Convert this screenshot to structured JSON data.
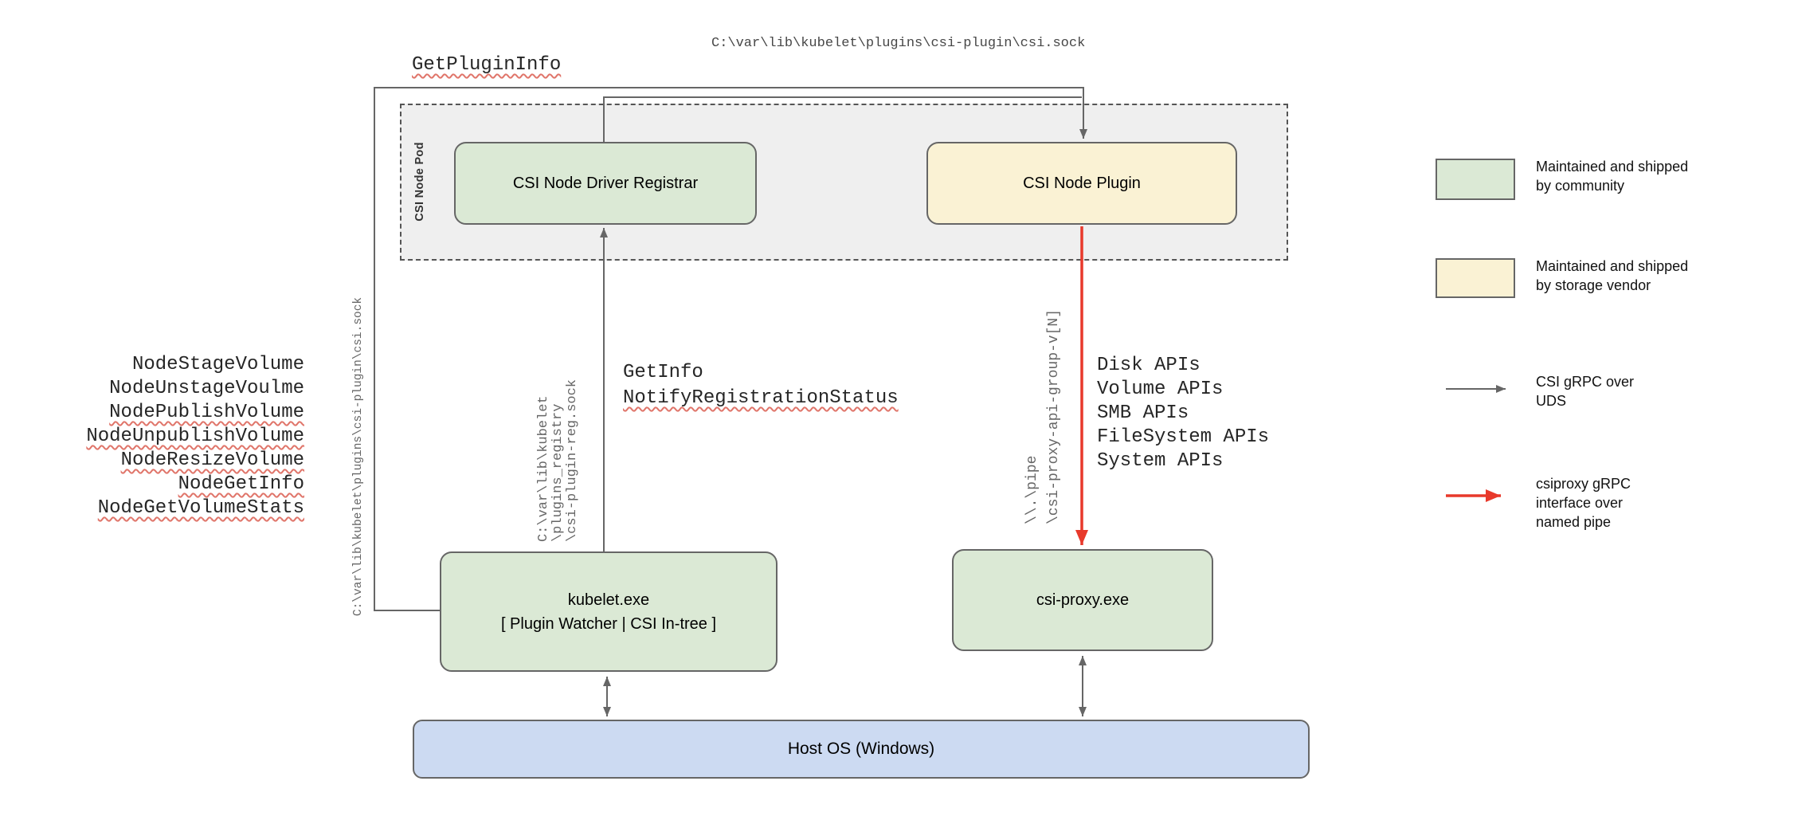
{
  "labels": {
    "get_plugin_info": "GetPluginInfo",
    "top_socket_path": "C:\\var\\lib\\kubelet\\plugins\\csi-plugin\\csi.sock",
    "left_socket_path": "C:\\var\\lib\\kubelet\\plugins\\csi-plugin\\csi.sock"
  },
  "node_calls": [
    {
      "label": "NodeStageVolume",
      "misspelled": false
    },
    {
      "label": "NodeUnstageVoulme",
      "misspelled": false
    },
    {
      "label": "NodePublishVolume",
      "misspelled": true
    },
    {
      "label": "NodeUnpublishVolume",
      "misspelled": true
    },
    {
      "label": "NodeResizeVolume",
      "misspelled": true
    },
    {
      "label": "NodeGetInfo",
      "misspelled": true
    },
    {
      "label": "NodeGetVolumeStats",
      "misspelled": true
    }
  ],
  "pod": {
    "label": "CSI Node Pod",
    "registrar": "CSI Node Driver Registrar",
    "plugin": "CSI Node Plugin"
  },
  "registration": {
    "socket_path_lines": [
      "C:\\var\\lib\\kubelet",
      "\\plugins_registry",
      "\\csi-plugin-reg.sock"
    ],
    "get_info": "GetInfo",
    "notify": "NotifyRegistrationStatus"
  },
  "proxy_channel": {
    "pipe_lines": [
      "\\\\.\\pipe",
      "\\csi-proxy-api-group-v[N]"
    ],
    "apis": [
      "Disk APIs",
      "Volume APIs",
      "SMB APIs",
      "FileSystem APIs",
      "System APIs"
    ]
  },
  "boxes": {
    "kubelet_line1": "kubelet.exe",
    "kubelet_line2": "[ Plugin Watcher | CSI In-tree ]",
    "csi_proxy": "csi-proxy.exe",
    "host_os": "Host OS (Windows)"
  },
  "legend": {
    "community": [
      "Maintained and shipped",
      "by community"
    ],
    "vendor": [
      "Maintained and shipped",
      "by storage vendor"
    ],
    "uds": [
      "CSI gRPC over",
      "UDS"
    ],
    "pipe": [
      "csiproxy gRPC",
      "interface over",
      "named pipe"
    ]
  },
  "colors": {
    "community_fill": "#dbe9d5",
    "vendor_fill": "#faf2d4",
    "host_fill": "#ccdaf2",
    "pod_fill": "#efefef",
    "line_gray": "#666666",
    "pipe_red": "#e8392b",
    "spell_red": "#e0756a"
  }
}
